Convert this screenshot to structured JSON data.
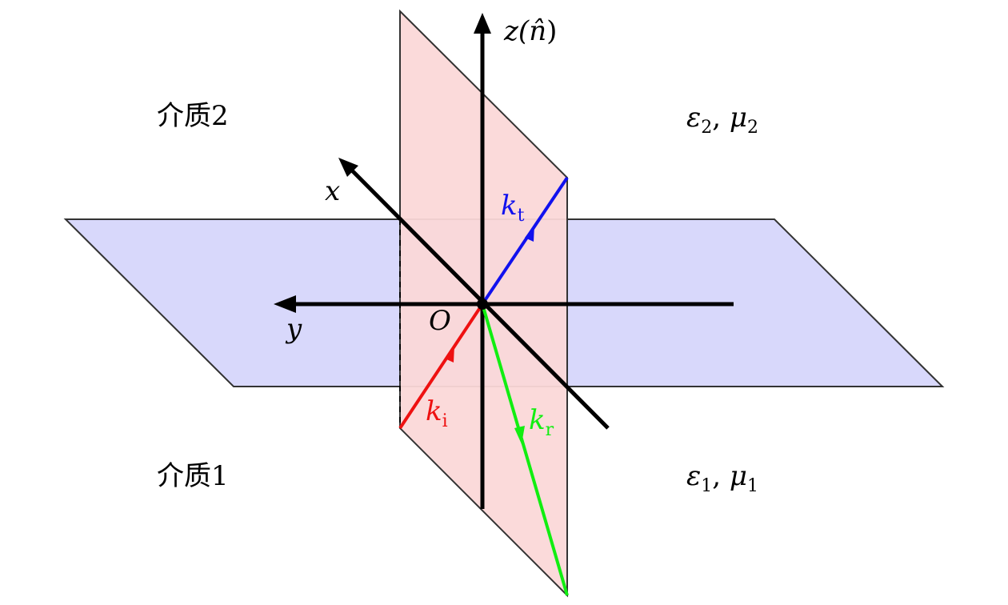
{
  "labels": {
    "medium2": "介质2",
    "medium1": "介质1",
    "params2": {
      "eps": "ε",
      "sub1": "2",
      "sep": ", ",
      "mu": "μ",
      "sub2": "2"
    },
    "params1": {
      "eps": "ε",
      "sub1": "1",
      "sep": ", ",
      "mu": "μ",
      "sub2": "1"
    },
    "z_axis": {
      "main": "z(",
      "hat": "n̂",
      "close": ")"
    },
    "x_axis": "x",
    "y_axis": "y",
    "origin": "O",
    "k_i": {
      "main": "k",
      "sub": "i"
    },
    "k_t": {
      "main": "k",
      "sub": "t"
    },
    "k_r": {
      "main": "k",
      "sub": "r"
    }
  },
  "colors": {
    "interface_plane": "#d8d8fb",
    "incidence_plane": "#fbd8d8",
    "plane_edge": "#333333",
    "axis": "#000000",
    "incident": "#ee1111",
    "transmitted": "#1111ee",
    "reflected": "#11ee11"
  }
}
